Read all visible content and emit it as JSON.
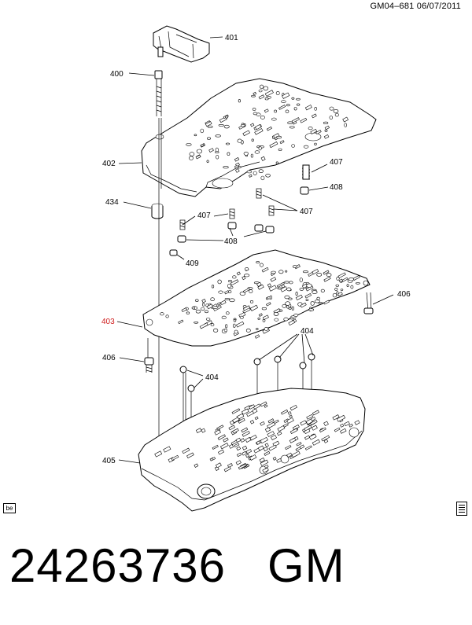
{
  "header": {
    "ref": "GM04–681  06/07/2011"
  },
  "callouts": {
    "c401": "401",
    "c400": "400",
    "c402": "402",
    "c434": "434",
    "c407a": "407",
    "c408a": "408",
    "c407b": "407",
    "c408b": "408",
    "c407c": "407",
    "c409": "409",
    "c406a": "406",
    "c403": "403",
    "c404a": "404",
    "c406b": "406",
    "c404b": "404",
    "c405": "405"
  },
  "corner_box": "be",
  "footer": {
    "part_number": "24263736",
    "brand": "GM"
  },
  "colors": {
    "line": "#000000",
    "highlight_callout": "#d02020",
    "background": "#ffffff"
  },
  "icons": [
    "manual-book-icon"
  ]
}
